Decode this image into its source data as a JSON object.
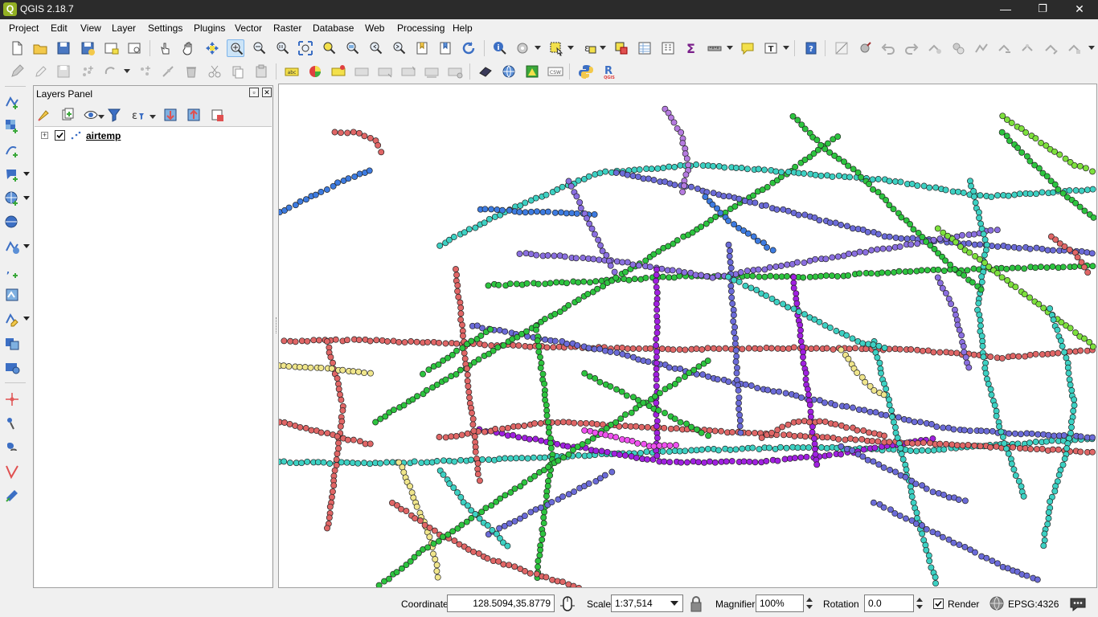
{
  "window": {
    "title": "QGIS 2.18.7",
    "logo_letter": "Q",
    "minimize_glyph": "—",
    "maximize_glyph": "❐",
    "close_glyph": "✕"
  },
  "menu": [
    "Project",
    "Edit",
    "View",
    "Layer",
    "Settings",
    "Plugins",
    "Vector",
    "Raster",
    "Database",
    "Web",
    "Processing",
    "Help"
  ],
  "toolbar_labels": {
    "label_abc": "abc",
    "csw": "CSW",
    "r_badge": "R",
    "qgis_badge": "QGIS"
  },
  "layers_panel": {
    "title": "Layers Panel",
    "float_glyph": "▫",
    "close_glyph": "✕",
    "expand_glyph": "+",
    "layers": [
      {
        "name": "airtemp",
        "visible": true
      }
    ]
  },
  "statusbar": {
    "coordinate_label": "Coordinate",
    "coordinate_value": "128.5094,35.8779",
    "scale_label": "Scale",
    "scale_value": "1:37,514",
    "magnifier_label": "Magnifier",
    "magnifier_value": "100%",
    "rotation_label": "Rotation",
    "rotation_value": "0.0",
    "render_label": "Render",
    "render_checked": true,
    "crs_label": "EPSG:4326"
  },
  "map": {
    "point_colors": [
      "#e06666",
      "#3dd1c3",
      "#2dc43f",
      "#6b6bd8",
      "#a020e0",
      "#8a6fe0",
      "#f0e68c",
      "#3d7be0",
      "#b57be0",
      "#7de03d",
      "#f050f0"
    ]
  }
}
